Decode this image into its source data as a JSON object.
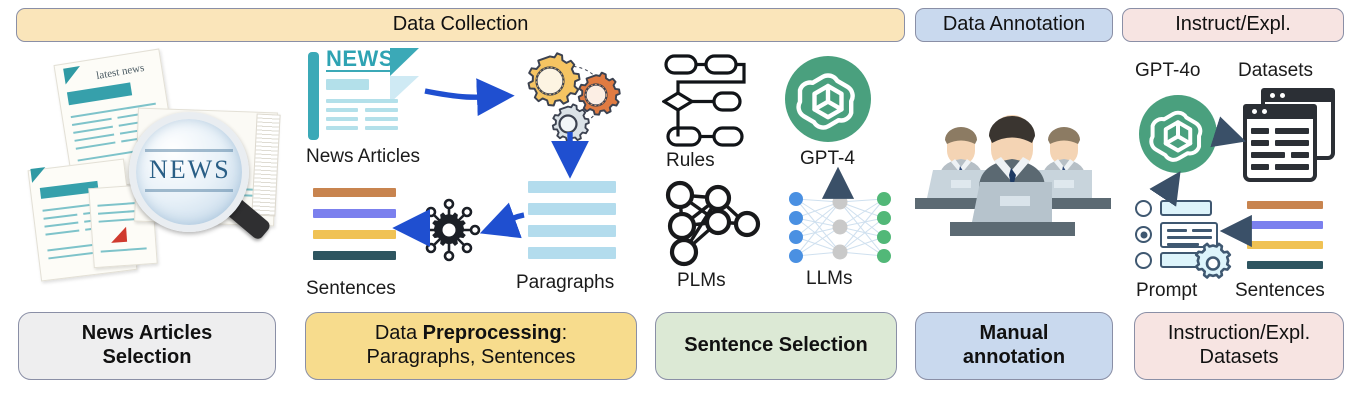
{
  "diagram": {
    "title": "Dataset construction pipeline",
    "top_stages": [
      {
        "id": "data-collection",
        "label": "Data Collection",
        "color": "#fae5ba",
        "border": "#8a8fa6"
      },
      {
        "id": "data-annotation",
        "label": "Data Annotation",
        "color": "#c9d9ee",
        "border": "#8a8fa6"
      },
      {
        "id": "instruct-expl",
        "label": "Instruct/Expl.",
        "color": "#f7e4e2",
        "border": "#8a8fa6"
      }
    ],
    "bottom_stages": [
      {
        "id": "news-articles-selection",
        "line1": "News Articles",
        "line2": "Selection",
        "line1_bold": true,
        "line2_bold": true,
        "color": "#eeeeef"
      },
      {
        "id": "data-preprocessing",
        "line1_pre": "Data ",
        "line1_bold_part": "Preprocessing",
        "line1_post": ":",
        "line2": "Paragraphs, Sentences",
        "color": "#f7dc8d"
      },
      {
        "id": "sentence-selection",
        "line1": "Sentence Selection",
        "line2": "",
        "line1_bold": true,
        "line2_bold": false,
        "color": "#dce9d5"
      },
      {
        "id": "manual-annotation",
        "line1": "Manual",
        "line2": "annotation",
        "line1_bold": true,
        "line2_bold": true,
        "color": "#c9d9ee"
      },
      {
        "id": "instruction-expl-datasets",
        "line1": "Instruction/Expl.",
        "line2": "Datasets",
        "line1_bold": false,
        "line2_bold": false,
        "color": "#f7e4e2"
      }
    ],
    "captions": [
      {
        "id": "news-articles",
        "text": "News Articles"
      },
      {
        "id": "sentences-left",
        "text": "Sentences"
      },
      {
        "id": "paragraphs",
        "text": "Paragraphs"
      },
      {
        "id": "rules",
        "text": "Rules"
      },
      {
        "id": "gpt4",
        "text": "GPT-4"
      },
      {
        "id": "plms",
        "text": "PLMs"
      },
      {
        "id": "llms",
        "text": "LLMs"
      },
      {
        "id": "gpt4o",
        "text": "GPT-4o"
      },
      {
        "id": "datasets",
        "text": "Datasets"
      },
      {
        "id": "prompt",
        "text": "Prompt"
      },
      {
        "id": "sentences-right",
        "text": "Sentences"
      }
    ],
    "icon_texts": {
      "news_doc_title": "NEWS",
      "magnifier_word": "NEWS",
      "latest_news": "latest news"
    },
    "colors": {
      "sentence_bars": [
        "#c8844f",
        "#7b80ee",
        "#f0c254",
        "#2e5560"
      ],
      "paragraph_bar": "#b3dced",
      "openai_green": "#4aa07e",
      "arrow_blue": "#1f4fd0",
      "arrow_navy": "#3a5068",
      "gear_yellow": "#f5c462",
      "gear_orange": "#e07b42",
      "gear_grey": "#d7dde2",
      "nn_input": "#4a90e2",
      "nn_hidden": "#c9c9c9",
      "nn_output": "#52b878",
      "news_teal": "#3ba9b7"
    }
  }
}
